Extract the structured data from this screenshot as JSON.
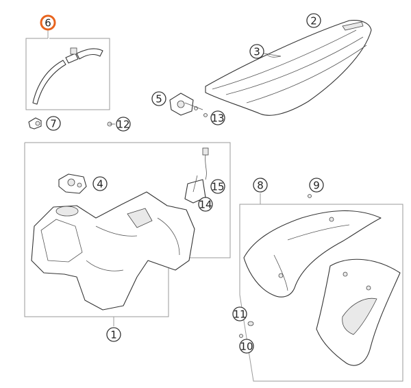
{
  "callouts": [
    {
      "id": "c6",
      "label": "6",
      "highlight": true
    },
    {
      "id": "c2",
      "label": "2"
    },
    {
      "id": "c3",
      "label": "3"
    },
    {
      "id": "c5",
      "label": "5"
    },
    {
      "id": "c13",
      "label": "13"
    },
    {
      "id": "c7",
      "label": "7"
    },
    {
      "id": "c12",
      "label": "12"
    },
    {
      "id": "c4",
      "label": "4"
    },
    {
      "id": "c15",
      "label": "15"
    },
    {
      "id": "c14",
      "label": "14"
    },
    {
      "id": "c8",
      "label": "8"
    },
    {
      "id": "c9",
      "label": "9"
    },
    {
      "id": "c11",
      "label": "11"
    },
    {
      "id": "c10",
      "label": "10"
    },
    {
      "id": "c1",
      "label": "1"
    }
  ],
  "colors": {
    "highlight": "#e8641e",
    "line": "#333333",
    "fill": "#ffffff"
  }
}
